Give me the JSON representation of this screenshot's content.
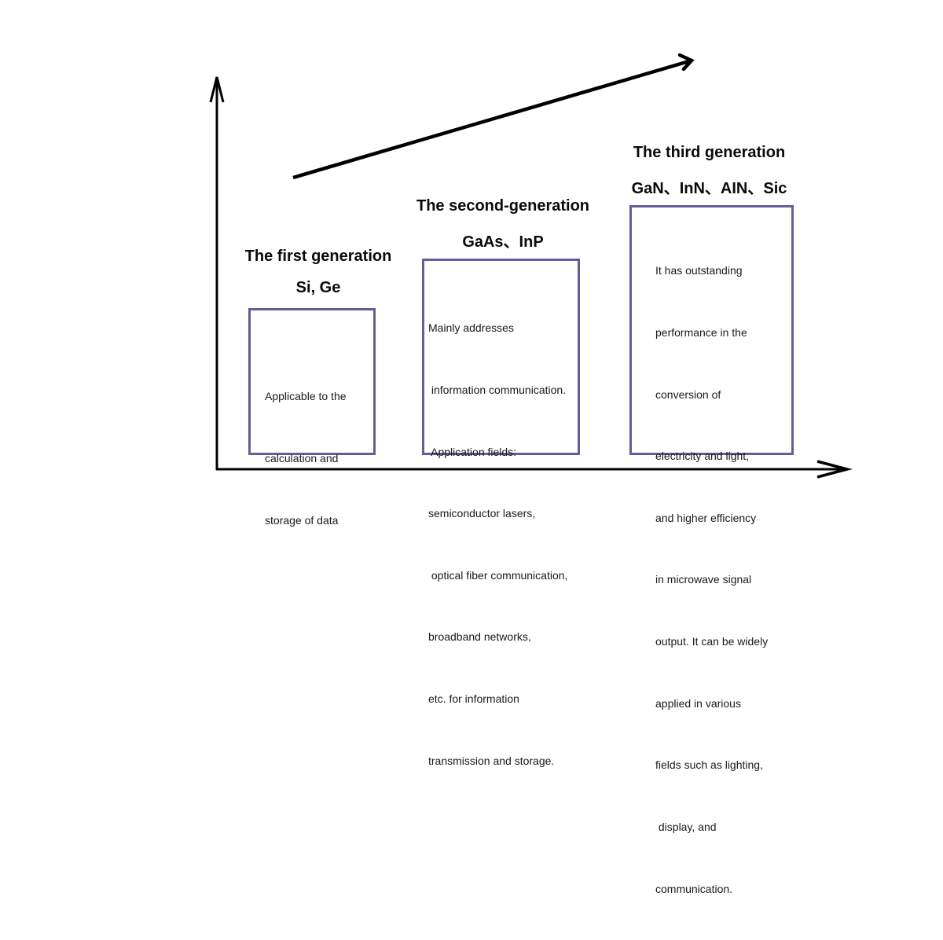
{
  "diagram": {
    "title": "Semiconductor material generations",
    "colors": {
      "axis": "#000000",
      "box_border": "#6a5a9a",
      "text": "#111111"
    },
    "generations": [
      {
        "heading": "The first generation",
        "materials": "Si, Ge",
        "description_lines": [
          "Applicable to the",
          "calculation and",
          "storage of data"
        ]
      },
      {
        "heading": "The second-generation",
        "materials": "GaAs、InP",
        "description_lines": [
          "Mainly addresses",
          " information communication.",
          " Application fields:",
          "semiconductor lasers,",
          " optical fiber communication,",
          "broadband networks,",
          "etc. for information",
          "transmission and storage."
        ]
      },
      {
        "heading": "The third generation",
        "materials": "GaN、InN、AIN、Sic",
        "description_lines": [
          "It has outstanding",
          "performance in the",
          "conversion of",
          "electricity and light,",
          "and higher efficiency",
          "in microwave signal",
          "output. It can be widely",
          "applied in various",
          "fields such as lighting,",
          " display, and",
          "communication."
        ]
      }
    ],
    "icons": {
      "y_axis": "arrow-up-icon",
      "x_axis": "arrow-right-icon",
      "trend": "trend-arrow-icon"
    }
  }
}
